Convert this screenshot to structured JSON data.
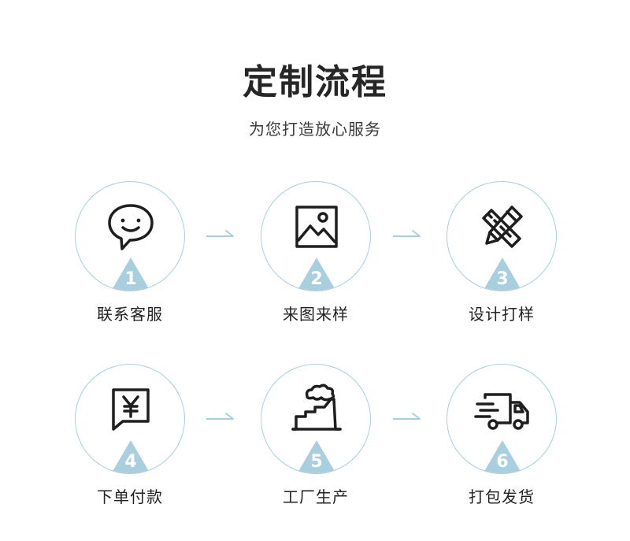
{
  "header": {
    "title": "定制流程",
    "subtitle": "为您打造放心服务"
  },
  "steps": [
    {
      "number": "1",
      "label": "联系客服",
      "icon": "chat-smile-icon"
    },
    {
      "number": "2",
      "label": "来图来样",
      "icon": "image-icon"
    },
    {
      "number": "3",
      "label": "设计打样",
      "icon": "pencil-ruler-icon"
    },
    {
      "number": "4",
      "label": "下单付款",
      "icon": "yuan-payment-icon"
    },
    {
      "number": "5",
      "label": "工厂生产",
      "icon": "factory-icon"
    },
    {
      "number": "6",
      "label": "打包发货",
      "icon": "delivery-truck-icon"
    }
  ],
  "colors": {
    "accent": "#a9cede",
    "text": "#222222",
    "background": "#ffffff"
  }
}
